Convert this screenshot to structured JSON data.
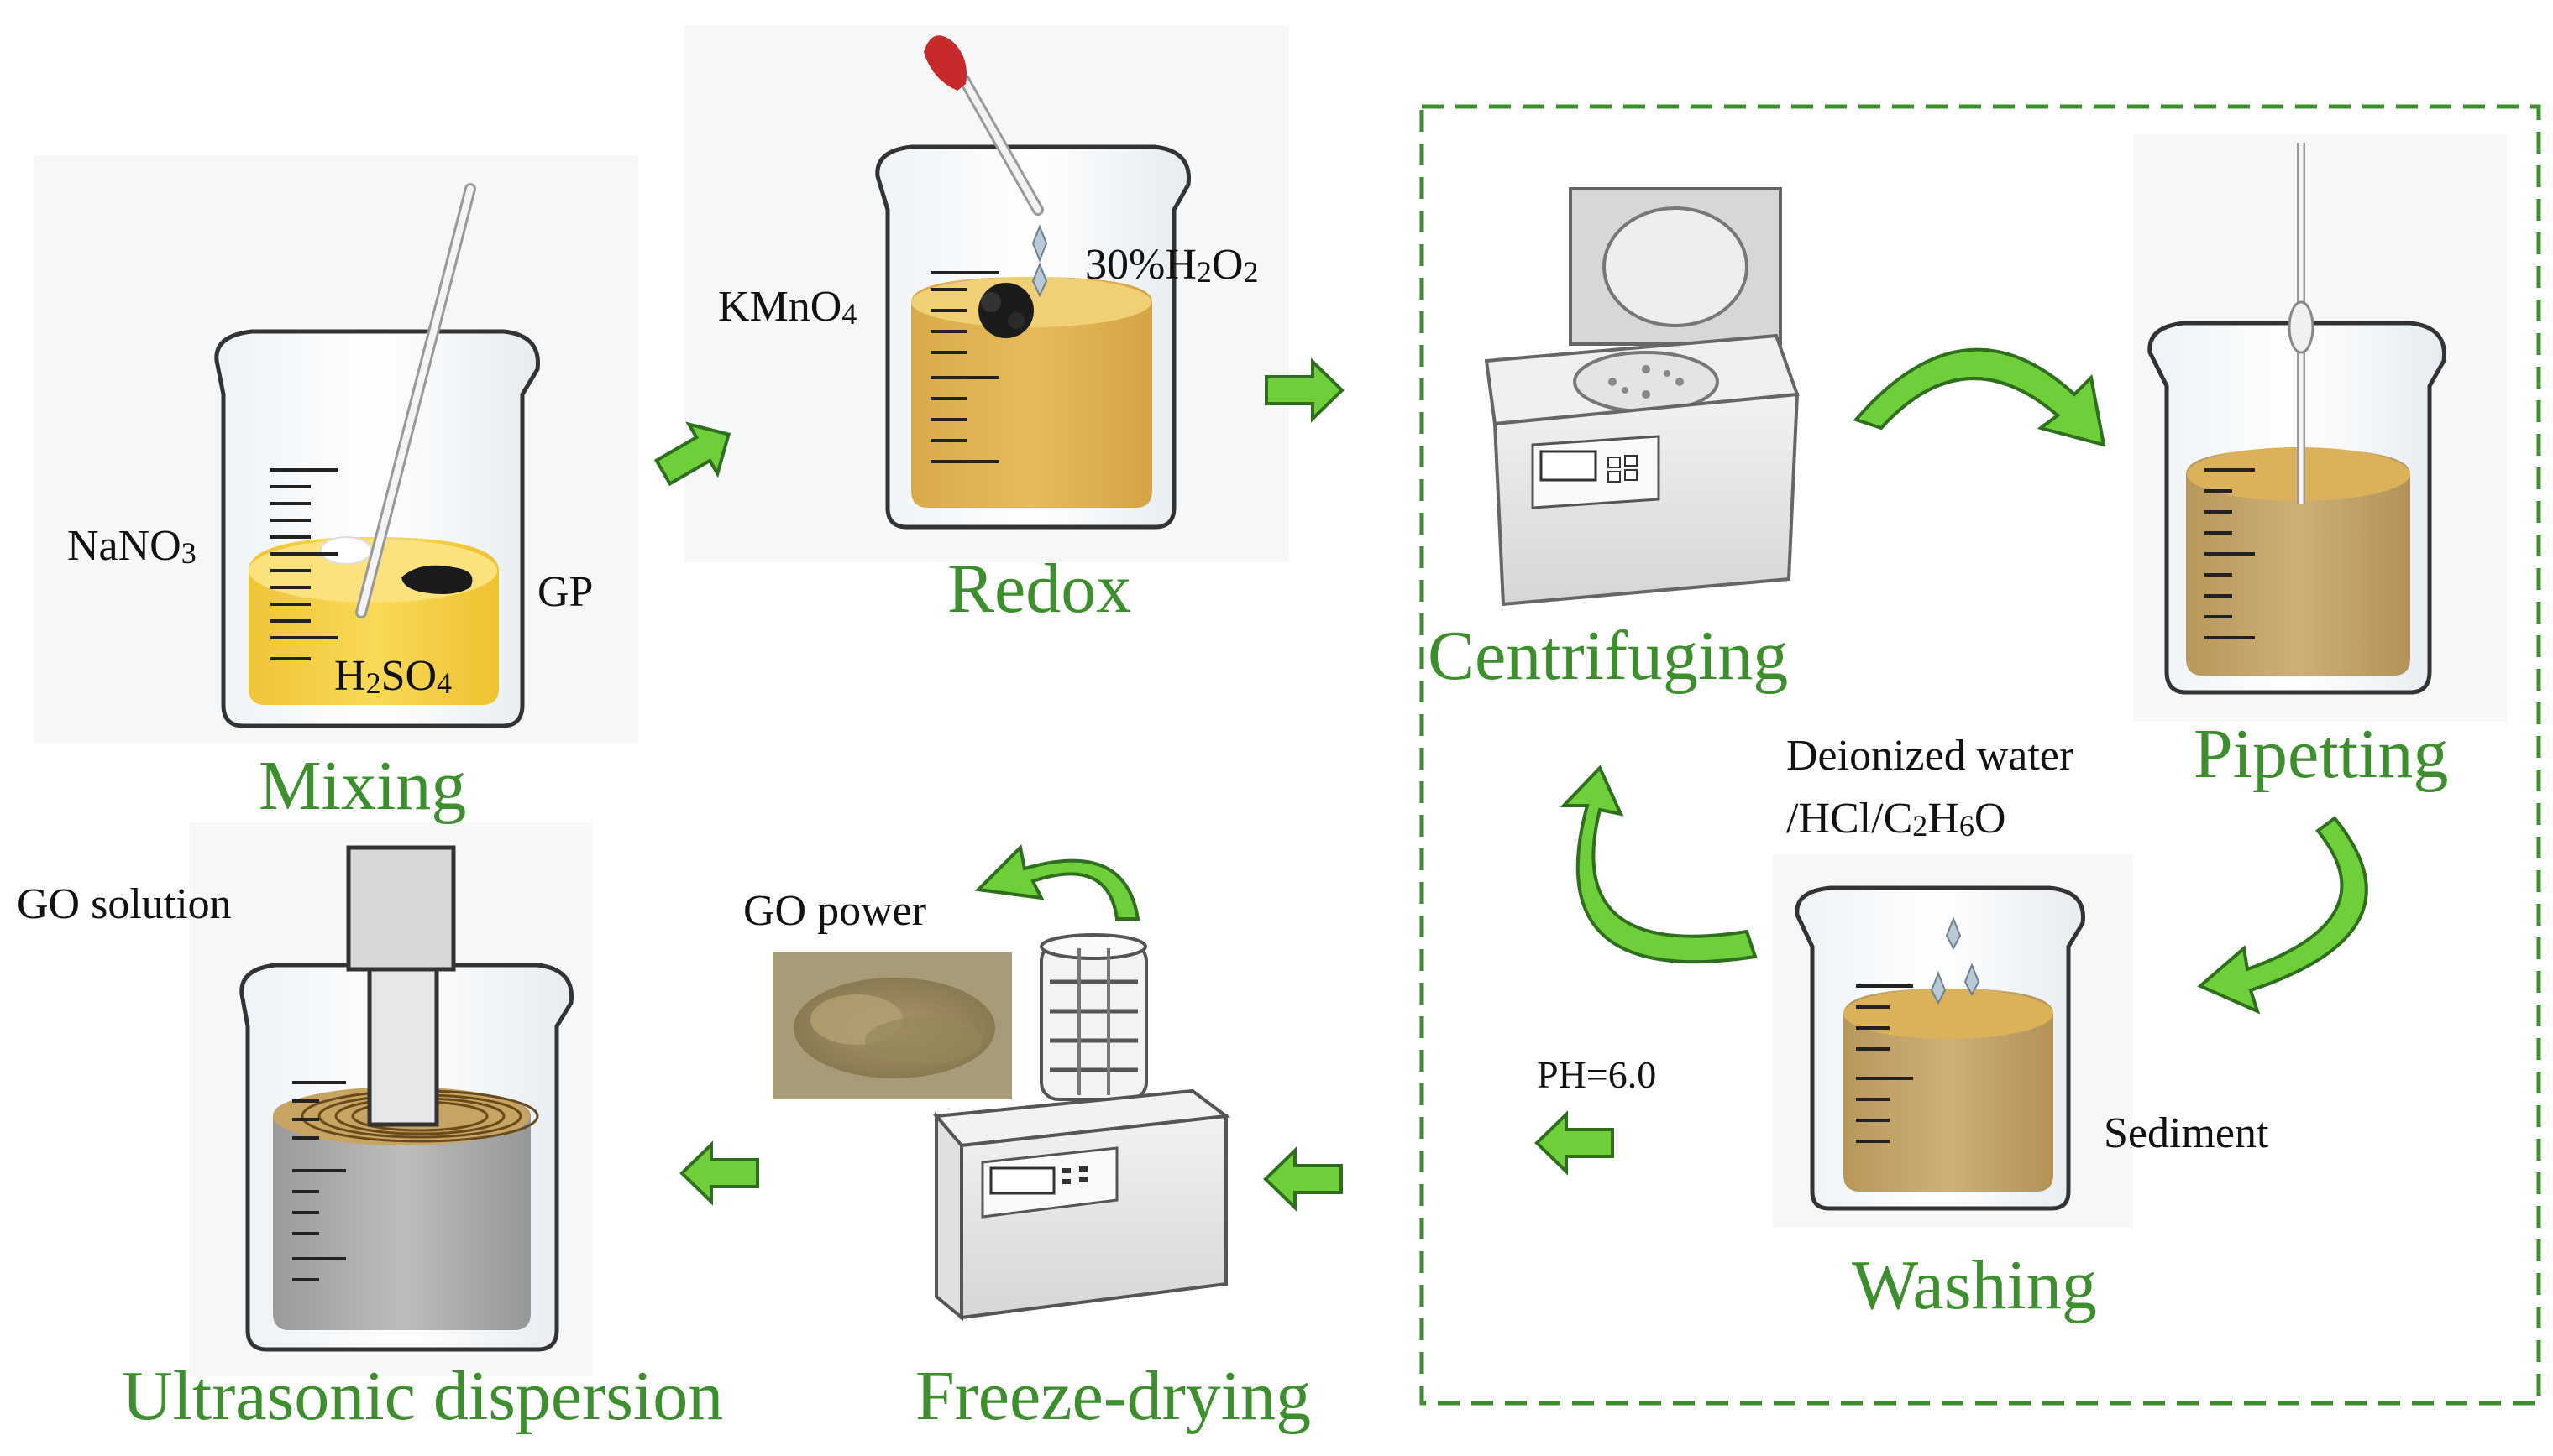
{
  "steps": {
    "mixing": "Mixing",
    "redox": "Redox",
    "centrifuging": "Centrifuging",
    "pipetting": "Pipetting",
    "washing": "Washing",
    "freeze_drying": "Freeze-drying",
    "ultrasonic": "Ultrasonic dispersion"
  },
  "labels": {
    "nano3": {
      "main": "NaNO",
      "sub": "3"
    },
    "gp": "GP",
    "h2so4": {
      "a": "H",
      "a_sub": "2",
      "b": "SO",
      "b_sub": "4"
    },
    "kmno4": {
      "main": "KMnO",
      "sub": "4"
    },
    "h2o2": {
      "a": "30%H",
      "a_sub": "2",
      "b": "O",
      "b_sub": "2"
    },
    "deionized_line1": "Deionized water",
    "deionized_line2": {
      "a": "/HCl/C",
      "a_sub": "2",
      "b": "H",
      "b_sub": "6",
      "c": "O"
    },
    "ph": "PH=6.0",
    "sediment": "Sediment",
    "go_power": "GO power",
    "go_solution": "GO solution"
  },
  "colors": {
    "step_green": "#3c8f2c",
    "arrow_green": "#6fcf3a",
    "arrow_stroke": "#2f6e1c",
    "dashed_box": "#3c8f2c",
    "yellow_liquid": "#f5d24a",
    "brown_liquid": "#c9a55a",
    "grey_liquid": "#a9a9a9"
  }
}
